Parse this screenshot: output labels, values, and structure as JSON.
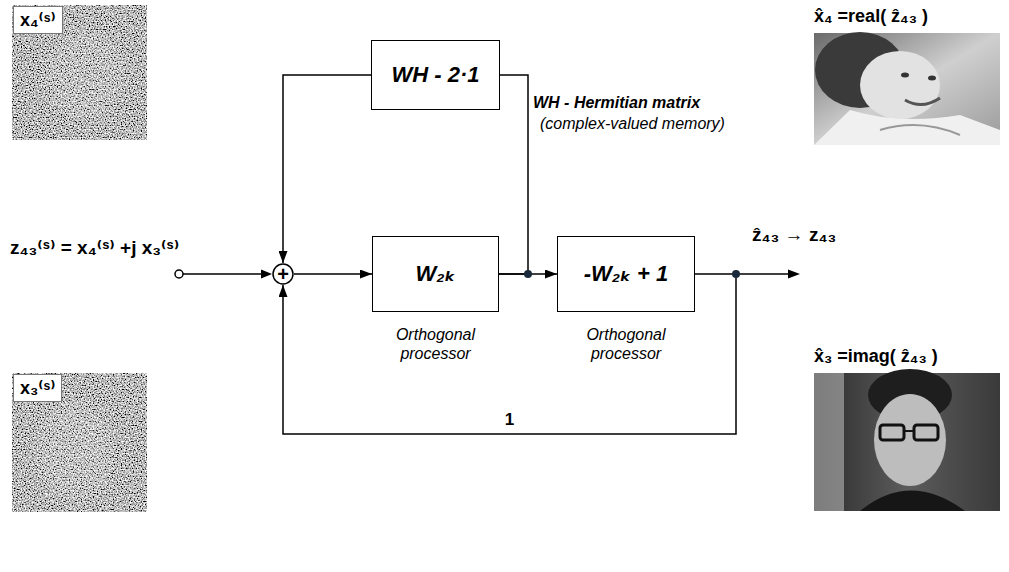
{
  "diagram": {
    "nodes": [
      {
        "text": [
          "x₄⁽ˢ⁾"
        ]
      },
      {
        "text": [
          "WH - 2·1"
        ]
      },
      {
        "text": [
          "+"
        ]
      },
      {
        "text": [
          "W₂ₖ",
          "Orthogonal processor"
        ]
      },
      {
        "text": [
          "-W₂ₖ + 1",
          "Orthogonal processor"
        ]
      },
      {
        "text": [
          "x̂₄ =real( ẑ₄₃ )"
        ]
      },
      {
        "text": [
          "x̂₃ =imag( ẑ₄₃ )"
        ]
      },
      {
        "text": [
          "x₃⁽ˢ⁾"
        ]
      }
    ],
    "edges": [
      {
        "from": 2,
        "to": 3,
        "arrow": "to"
      },
      {
        "from": 3,
        "to": 4,
        "arrow": "to"
      },
      {
        "from": 3,
        "to": 1,
        "arrow": "none"
      },
      {
        "from": 1,
        "to": 2,
        "arrow": "to"
      },
      {
        "from": 4,
        "to": 2,
        "label": "1",
        "arrow": "to"
      }
    ],
    "labels": [
      "z₄₃⁽ˢ⁾ = x₄⁽ˢ⁾ +j x₃⁽ˢ⁾",
      "WH - Hermitian matrix",
      "(complex-valued memory)",
      "ẑ₄₃ → z₄₃"
    ]
  }
}
